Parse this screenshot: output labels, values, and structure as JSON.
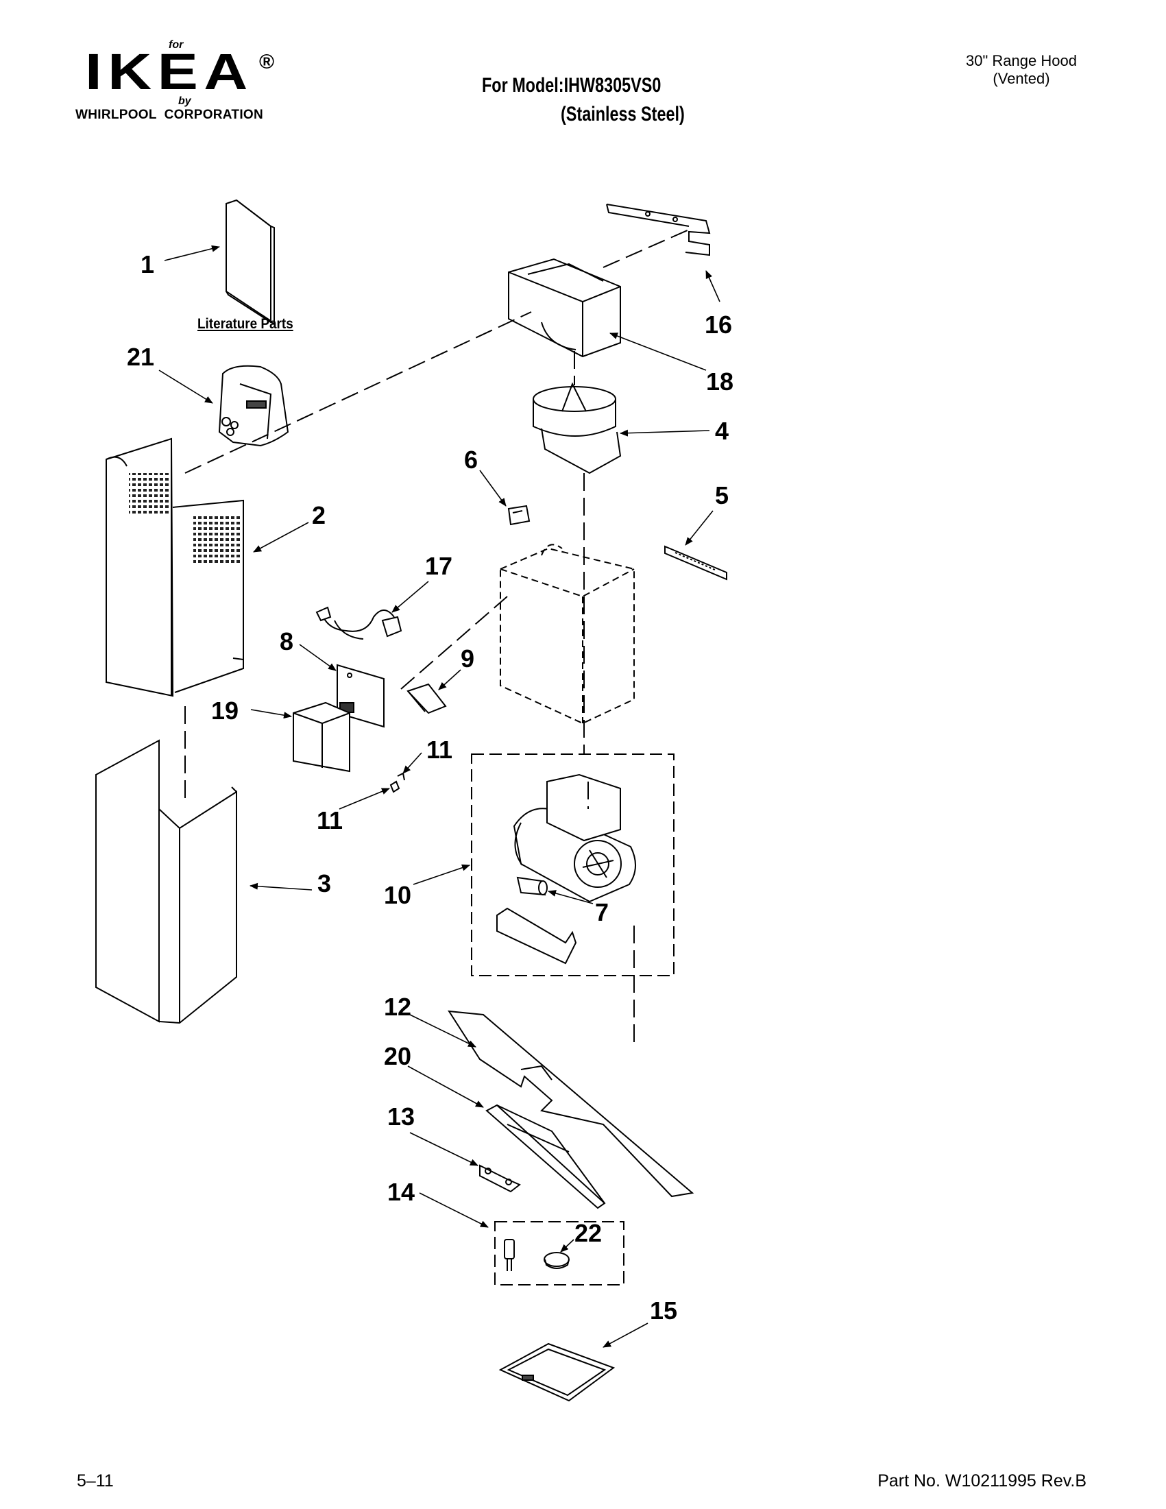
{
  "header": {
    "logo": {
      "for": "for",
      "brand": "IKEA",
      "registered": "®",
      "by": "by",
      "corporation": "WHIRLPOOL  CORPORATION"
    },
    "model_line": "For Model:IHW8305VS0",
    "finish_line": "(Stainless Steel)",
    "product_line1": "30\" Range Hood",
    "product_line2": "(Vented)"
  },
  "diagram": {
    "literature_label": "Literature Parts",
    "callouts": {
      "c1": "1",
      "c2": "2",
      "c3": "3",
      "c4": "4",
      "c5": "5",
      "c6": "6",
      "c7": "7",
      "c8": "8",
      "c9": "9",
      "c10": "10",
      "c11a": "11",
      "c11b": "11",
      "c12": "12",
      "c13": "13",
      "c14": "14",
      "c15": "15",
      "c16": "16",
      "c17": "17",
      "c18": "18",
      "c19": "19",
      "c20": "20",
      "c21": "21",
      "c22": "22"
    }
  },
  "footer": {
    "page": "5–11",
    "part_no": "Part No. W10211995 Rev.B"
  }
}
